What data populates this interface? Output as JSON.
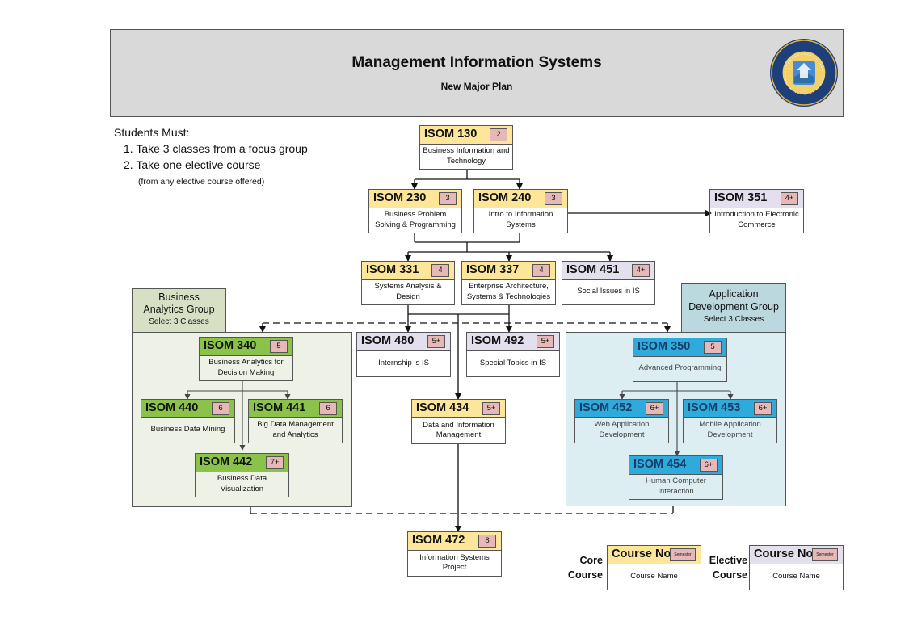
{
  "header": {
    "title": "Management Information Systems",
    "subtitle": "New Major Plan",
    "logo_text": "جامعة الكويت · KUWAIT UNIVERSITY"
  },
  "notes": {
    "heading": "Students Must:",
    "rule1": "1. Take 3 classes from a focus group",
    "rule2": "2. Take one elective course",
    "rule2_note": "(from any elective course offered)"
  },
  "groups": {
    "business_analytics": {
      "line1": "Business",
      "line2": "Analytics Group",
      "sub": "Select 3 Classes"
    },
    "app_dev": {
      "line1": "Application",
      "line2": "Development Group",
      "sub": "Select 3 Classes"
    }
  },
  "courses": {
    "isom130": {
      "code": "ISOM 130",
      "sem": "2",
      "name": "Business Information and Technology"
    },
    "isom230": {
      "code": "ISOM 230",
      "sem": "3",
      "name": "Business Problem Solving & Programming"
    },
    "isom240": {
      "code": "ISOM 240",
      "sem": "3",
      "name": "Intro to Information Systems"
    },
    "isom351": {
      "code": "ISOM 351",
      "sem": "4+",
      "name": "Introduction to Electronic Commerce"
    },
    "isom331": {
      "code": "ISOM 331",
      "sem": "4",
      "name": "Systems Analysis & Design"
    },
    "isom337": {
      "code": "ISOM 337",
      "sem": "4",
      "name": "Enterprise Architecture, Systems & Technologies"
    },
    "isom451": {
      "code": "ISOM 451",
      "sem": "4+",
      "name": "Social Issues in IS"
    },
    "isom480": {
      "code": "ISOM 480",
      "sem": "5+",
      "name": "Internship is IS"
    },
    "isom492": {
      "code": "ISOM 492",
      "sem": "5+",
      "name": "Special Topics in IS"
    },
    "isom340": {
      "code": "ISOM 340",
      "sem": "5",
      "name": "Business Analytics for Decision Making"
    },
    "isom440": {
      "code": "ISOM 440",
      "sem": "6",
      "name": "Business Data Mining"
    },
    "isom441": {
      "code": "ISOM 441",
      "sem": "6",
      "name": "Big Data Management and Analytics"
    },
    "isom442": {
      "code": "ISOM 442",
      "sem": "7+",
      "name": "Business Data Visualization"
    },
    "isom434": {
      "code": "ISOM 434",
      "sem": "5+",
      "name": "Data and Information Management"
    },
    "isom350": {
      "code": "ISOM 350",
      "sem": "5",
      "name": "Advanced Programming"
    },
    "isom452": {
      "code": "ISOM 452",
      "sem": "6+",
      "name": "Web Application Development"
    },
    "isom453": {
      "code": "ISOM 453",
      "sem": "6+",
      "name": "Mobile Application Development"
    },
    "isom454": {
      "code": "ISOM 454",
      "sem": "6+",
      "name": "Human Computer Interaction"
    },
    "isom472": {
      "code": "ISOM 472",
      "sem": "8",
      "name": "Information Systems Project"
    }
  },
  "legend": {
    "core_label_1": "Core",
    "core_label_2": "Course",
    "elective_label_1": "Elective",
    "elective_label_2": "Course",
    "code": "Course No.",
    "sem": "Semester",
    "name": "Course Name"
  },
  "colors": {
    "core_header": "#fde599",
    "core_body": "#b6dde8",
    "elective_header": "#e4dfec",
    "analytics_header": "#8bc34a",
    "appdev_header": "#2eaadc",
    "semester_badge": "#e6b9b8",
    "header_bg": "#d9d9d9"
  }
}
